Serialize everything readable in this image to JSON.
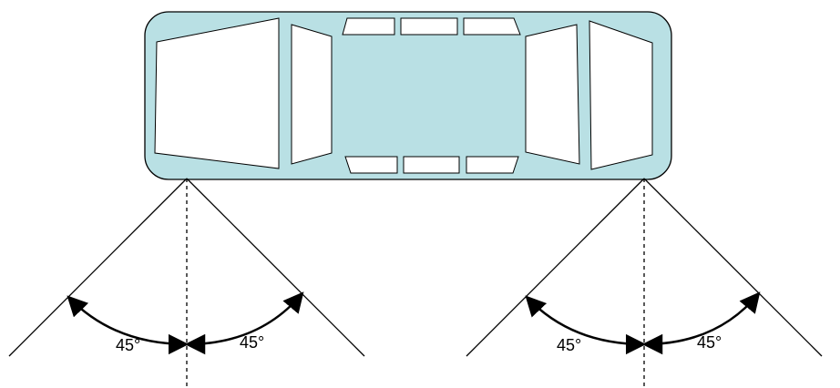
{
  "colors": {
    "car_body": "#b9e0e4",
    "window": "#ffffff",
    "stroke": "#000000"
  },
  "diagram": {
    "sensors": [
      {
        "id": "left",
        "left_angle_label": "45°",
        "right_angle_label": "45°"
      },
      {
        "id": "right",
        "left_angle_label": "45°",
        "right_angle_label": "45°"
      }
    ]
  }
}
